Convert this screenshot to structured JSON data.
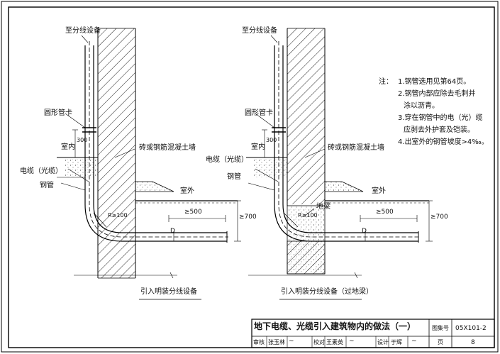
{
  "left_detail": {
    "to_equipment": "至分线设备",
    "pipe_clamp": "圆形管卡",
    "indoor": "室内",
    "dim_300": "300",
    "wall": "砖或钢筋混凝土墙",
    "cable": "电缆（光缆）",
    "steel_pipe": "钢管",
    "outdoor": "室外",
    "radius": "R≥100",
    "dim_500": "≥500",
    "dim_700": "≥700",
    "d_label": "D",
    "caption": "引入明装分线设备"
  },
  "right_detail": {
    "to_equipment": "至分线设备",
    "pipe_clamp": "圆形管卡",
    "indoor": "室内",
    "dim_300": "300",
    "wall": "砖或钢筋混凝土墙",
    "cable": "电缆（光缆）",
    "steel_pipe": "钢管",
    "ground_beam": "地梁",
    "outdoor": "室外",
    "radius": "R≥100",
    "dim_500": "≥500",
    "dim_700": "≥700",
    "d_label": "D",
    "caption": "引入明装分线设备（过地梁）"
  },
  "notes": {
    "heading": "注：",
    "items": [
      "1.钢管选用见第64页。",
      "2.钢管内部应除去毛刺并",
      "涂以沥青。",
      "3.穿在钢管中的电（光）缆",
      "应剥去外护套及铠装。",
      "4.出室外的钢管坡度>4‰。"
    ]
  },
  "title_block": {
    "title": "地下电缆、光缆引入建筑物内的做法（一）",
    "atlas_label": "图集号",
    "atlas_no": "05X101-2",
    "review_label": "审核",
    "reviewer": "张玉林",
    "check_label": "校对",
    "checker": "王素英",
    "design_label": "设计",
    "designer": "于辉",
    "page_label": "页",
    "page_no": "8"
  }
}
